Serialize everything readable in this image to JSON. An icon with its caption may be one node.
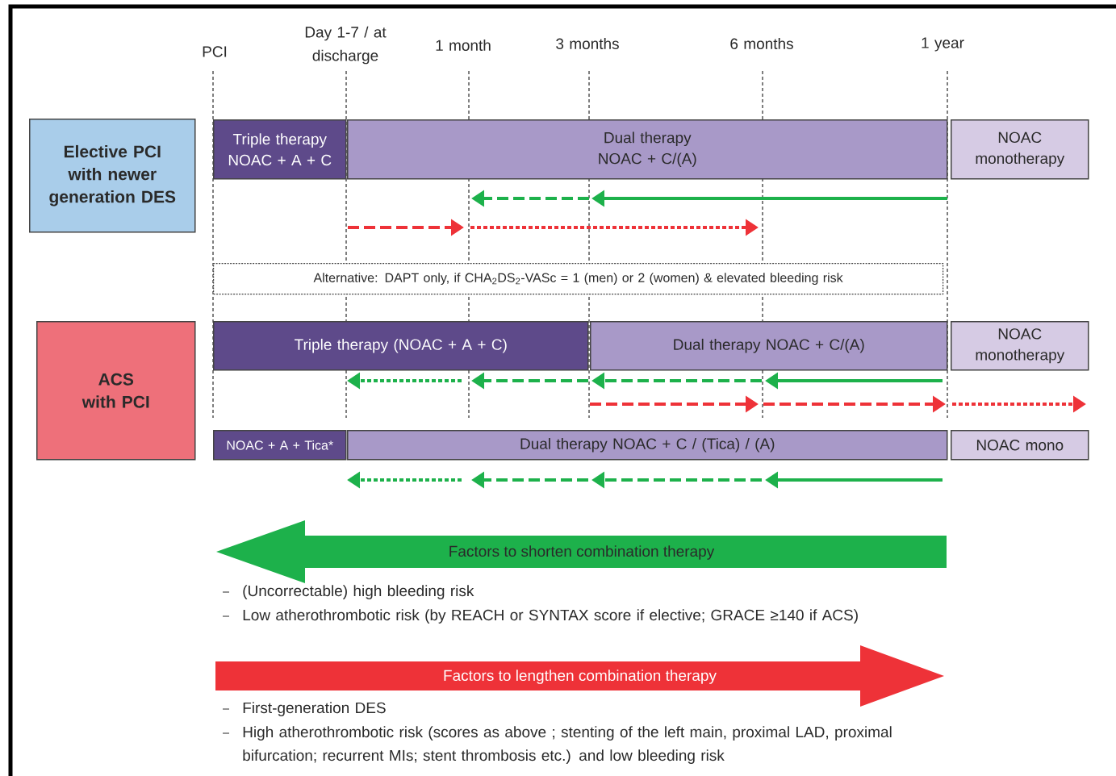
{
  "diagram": {
    "nodes": [
      {
        "text": [
          "Elective PCI with newer generation DES"
        ]
      },
      {
        "text": [
          "Triple therapy",
          "NOAC + A + C"
        ]
      },
      {
        "text": [
          "Dual therapy",
          "NOAC + C/(A)"
        ]
      },
      {
        "text": [
          "NOAC monotherapy"
        ]
      },
      {
        "text": [
          "Alternative: DAPT only, if CHA$_{2}$DS$_{2}$-VASc = 1 (men) or 2 (women) & elevated bleeding risk"
        ]
      },
      {
        "text": [
          "ACS with PCI"
        ]
      },
      {
        "text": [
          "Triple therapy (NOAC + A + C)"
        ]
      },
      {
        "text": [
          "Dual therapy NOAC + C/(A)"
        ]
      },
      {
        "text": [
          "NOAC monotherapy"
        ]
      },
      {
        "text": [
          "NOAC + A + Tica*"
        ]
      },
      {
        "text": [
          "Dual therapy NOAC + C / (Tica) / (A)"
        ]
      },
      {
        "text": [
          "NOAC mono"
        ]
      },
      {
        "text": [
          "Factors to shorten combination therapy"
        ]
      },
      {
        "text": [
          "Factors to lengthen combination therapy"
        ]
      }
    ],
    "labels": [
      "PCI",
      "Day 1-7 / at discharge",
      "1 month",
      "3 months",
      "6 months",
      "1 year",
      "(Uncorrectable) high bleeding risk",
      "Low atherothrombotic risk (by REACH or SYNTAX score if elective; GRACE ≥140 if ACS)",
      "First-generation DES",
      "High atherothrombotic risk (scores as above ; stenting of the left main, proximal LAD, proximal bifurcation; recurrent MIs; stent thrombosis etc.) and low bleeding risk"
    ]
  }
}
